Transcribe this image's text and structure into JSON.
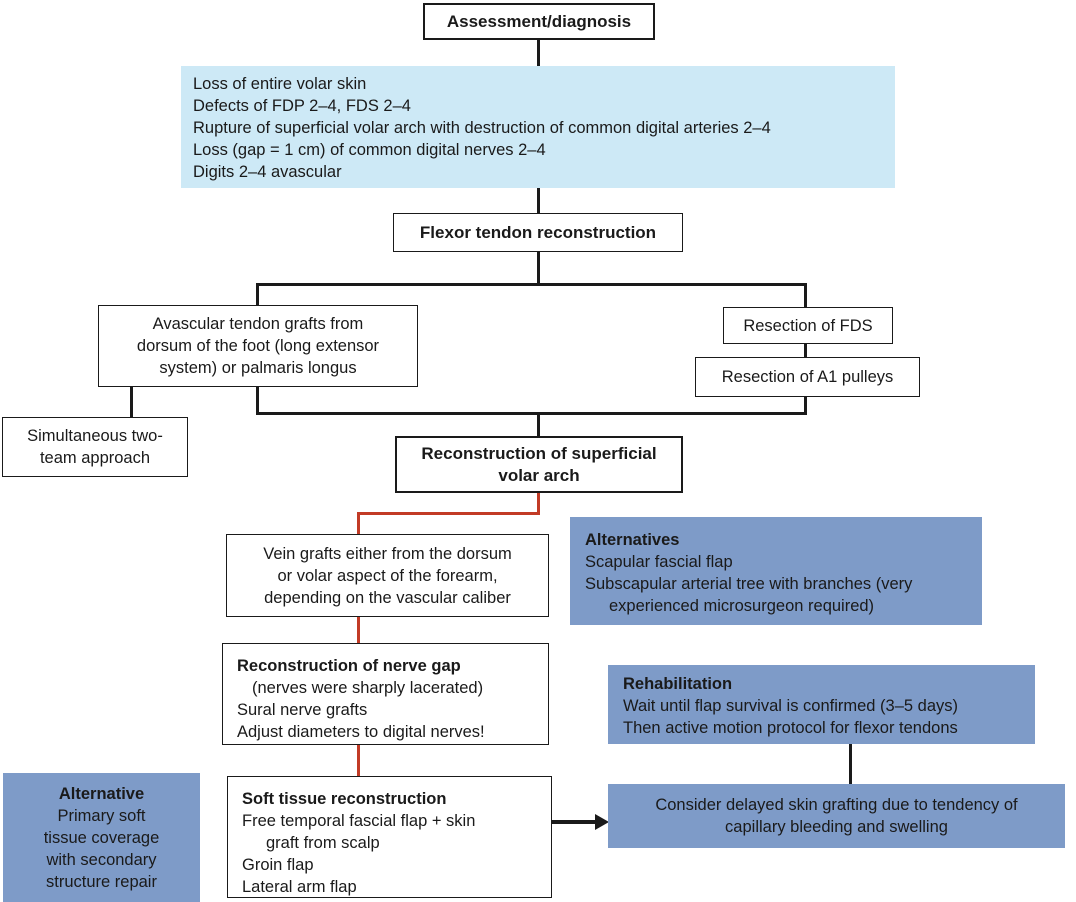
{
  "flowchart": {
    "colors": {
      "light_blue": "#cde9f6",
      "medium_blue": "#7e9bc8",
      "line_black": "#1a1a1a",
      "line_red": "#c23b26"
    },
    "nodes": {
      "assessment": {
        "label": "Assessment/diagnosis"
      },
      "criteria": {
        "lines": [
          "Loss of entire volar skin",
          "Defects of FDP 2–4, FDS 2–4",
          "Rupture of superficial volar arch with destruction of common digital arteries 2–4",
          "Loss (gap = 1 cm) of common digital nerves 2–4",
          "Digits 2–4 avascular"
        ]
      },
      "flexor_tendon": {
        "label": "Flexor tendon reconstruction"
      },
      "avascular_grafts": {
        "lines": [
          "Avascular tendon grafts from",
          "dorsum of the foot (long extensor",
          "system) or palmaris longus"
        ]
      },
      "resection_fds": {
        "label": "Resection of FDS"
      },
      "resection_a1": {
        "label": "Resection of A1 pulleys"
      },
      "two_team": {
        "lines": [
          "Simultaneous two-",
          "team approach"
        ]
      },
      "volar_arch": {
        "lines": [
          "Reconstruction of superficial",
          "volar arch"
        ]
      },
      "vein_grafts": {
        "lines": [
          "Vein grafts either from the dorsum",
          "or volar aspect of the forearm,",
          "depending on the vascular caliber"
        ]
      },
      "alternatives": {
        "title": "Alternatives",
        "lines": [
          "Scapular fascial flap",
          "Subscapular arterial tree with branches (very",
          "experienced microsurgeon required)"
        ]
      },
      "nerve_gap": {
        "title": "Reconstruction of nerve gap",
        "lines": [
          "(nerves were sharply lacerated)",
          "Sural nerve grafts",
          "Adjust diameters to digital nerves!"
        ]
      },
      "rehabilitation": {
        "title": "Rehabilitation",
        "lines": [
          "Wait until flap survival is confirmed (3–5 days)",
          "Then active motion protocol for flexor tendons"
        ]
      },
      "alternative_coverage": {
        "title": "Alternative",
        "lines": [
          "Primary soft",
          "tissue coverage",
          "with secondary",
          "structure repair"
        ]
      },
      "soft_tissue": {
        "title": "Soft tissue reconstruction",
        "lines": [
          "Free temporal fascial flap + skin",
          "graft from scalp",
          "Groin flap",
          "Lateral arm flap"
        ]
      },
      "delayed_grafting": {
        "lines": [
          "Consider delayed skin grafting due to tendency of",
          "capillary bleeding and swelling"
        ]
      }
    }
  }
}
